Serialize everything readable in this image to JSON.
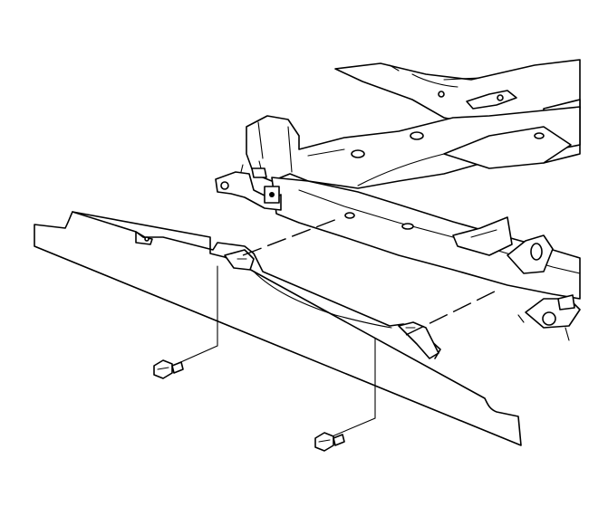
{
  "diagram": {
    "parts": [
      "vehicle-frame",
      "frame-crossmember",
      "frame-side-rail",
      "shield-panel",
      "mounting-bolt",
      "mounting-bolt"
    ],
    "colors": {
      "line": "#000000",
      "background": "#ffffff"
    }
  }
}
